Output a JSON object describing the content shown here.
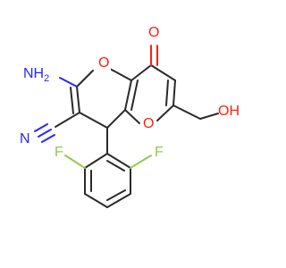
{
  "molecule": {
    "atoms": {
      "amino": "NH",
      "amino_subscript": "2",
      "ring_oxygen_top": "O",
      "ring_oxygen_bottom": "O",
      "carbonyl_oxygen": "O",
      "hydroxyl": "OH",
      "nitrile_n": "N",
      "fluorine_left": "F",
      "fluorine_right": "F"
    },
    "colors": {
      "bond": "#2a2a2a",
      "oxygen": "#ff1f0f",
      "nitrogen": "#2626ff",
      "fluorine": "#93c94f"
    }
  }
}
